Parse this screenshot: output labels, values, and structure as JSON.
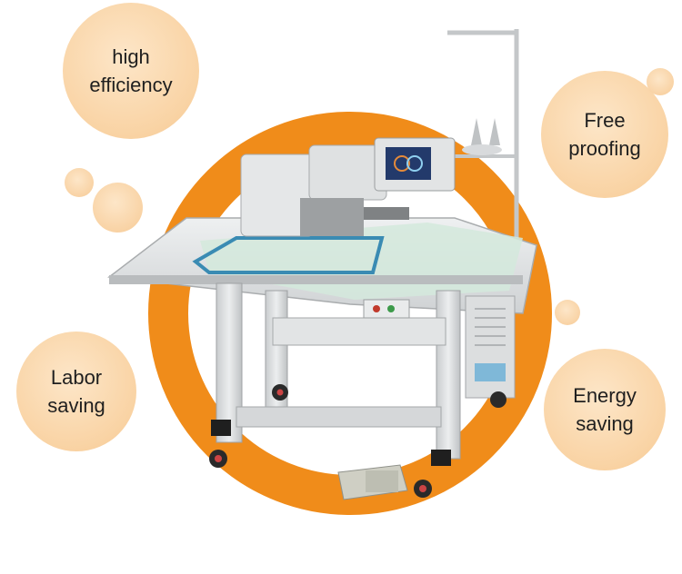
{
  "features": [
    {
      "id": "high-efficiency",
      "text": "high\nefficiency"
    },
    {
      "id": "free-proofing",
      "text": "Free\nproofing"
    },
    {
      "id": "labor-saving",
      "text": "Labor\nsaving"
    },
    {
      "id": "energy-saving",
      "text": "Energy\nsaving"
    }
  ],
  "colors": {
    "ring": "#f08c1a",
    "bubble": "#f9d3a4",
    "machine_gray": "#d9dbdc",
    "table_green": "#cfe6d8"
  }
}
